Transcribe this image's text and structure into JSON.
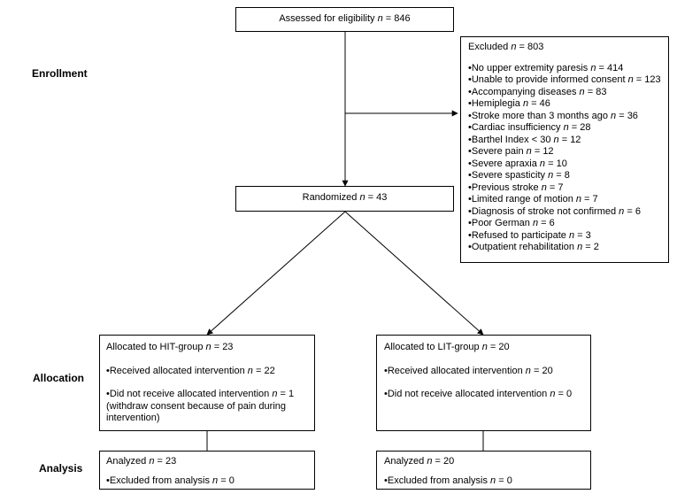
{
  "sections": {
    "enrollment": "Enrollment",
    "allocation": "Allocation",
    "analysis": "Analysis"
  },
  "assessed": {
    "label": "Assessed for eligibility",
    "n": "846"
  },
  "excluded": {
    "label": "Excluded",
    "n": "803",
    "reasons": [
      {
        "label": "No upper extremity paresis",
        "n": "414"
      },
      {
        "label": "Unable to provide informed consent",
        "n": "123"
      },
      {
        "label": "Accompanying diseases",
        "n": "83"
      },
      {
        "label": "Hemiplegia",
        "n": "46"
      },
      {
        "label": "Stroke more than 3 months ago",
        "n": "36"
      },
      {
        "label": "Cardiac insufficiency",
        "n": "28"
      },
      {
        "label": "Barthel Index < 30",
        "n": "12"
      },
      {
        "label": "Severe pain",
        "n": "12"
      },
      {
        "label": "Severe apraxia",
        "n": "10"
      },
      {
        "label": "Severe spasticity",
        "n": "8"
      },
      {
        "label": "Previous stroke",
        "n": "7"
      },
      {
        "label": "Limited range of motion",
        "n": "7"
      },
      {
        "label": "Diagnosis of stroke not confirmed",
        "n": "6"
      },
      {
        "label": "Poor German",
        "n": "6"
      },
      {
        "label": "Refused to participate",
        "n": "3"
      },
      {
        "label": "Outpatient rehabilitation",
        "n": "2"
      }
    ]
  },
  "randomized": {
    "label": "Randomized",
    "n": "43"
  },
  "hit": {
    "allocated_label": "Allocated to HIT-group",
    "allocated_n": "23",
    "received_label": "Received allocated intervention",
    "received_n": "22",
    "not_received_label": "Did not receive allocated intervention",
    "not_received_n": "1",
    "note_line1": "(withdraw consent because of pain during",
    "note_line2": "intervention)",
    "analyzed_label": "Analyzed",
    "analyzed_n": "23",
    "excluded_label": "Excluded from analysis",
    "excluded_n": "0"
  },
  "lit": {
    "allocated_label": "Allocated to LIT-group",
    "allocated_n": "20",
    "received_label": "Received allocated intervention",
    "received_n": "20",
    "not_received_label": "Did not receive allocated intervention",
    "not_received_n": "0",
    "analyzed_label": "Analyzed",
    "analyzed_n": "20",
    "excluded_label": "Excluded from analysis",
    "excluded_n": "0"
  },
  "n_symbol": "n",
  "bullet": "•"
}
